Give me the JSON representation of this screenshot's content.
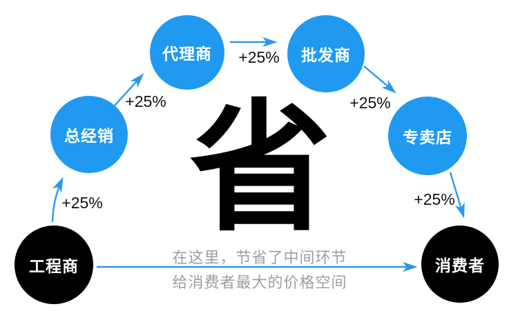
{
  "colors": {
    "circle_blue": "#1f9af0",
    "circle_black": "#000000",
    "arrow_blue": "#2b97f0",
    "increment_text": "#111111",
    "caption_gray": "#9e9e9e",
    "background": "#ffffff"
  },
  "center": {
    "char": "省"
  },
  "nodes": [
    {
      "label": "工程商",
      "type": "black"
    },
    {
      "label": "总经销",
      "type": "blue"
    },
    {
      "label": "代理商",
      "type": "blue"
    },
    {
      "label": "批发商",
      "type": "blue"
    },
    {
      "label": "专卖店",
      "type": "blue"
    },
    {
      "label": "消费者",
      "type": "black"
    }
  ],
  "increments": [
    {
      "label": "+25%"
    },
    {
      "label": "+25%"
    },
    {
      "label": "+25%"
    },
    {
      "label": "+25%"
    },
    {
      "label": "+25%"
    }
  ],
  "caption": {
    "line1": "在这里，节省了中间环节",
    "line2": "给消费者最大的价格空间"
  }
}
